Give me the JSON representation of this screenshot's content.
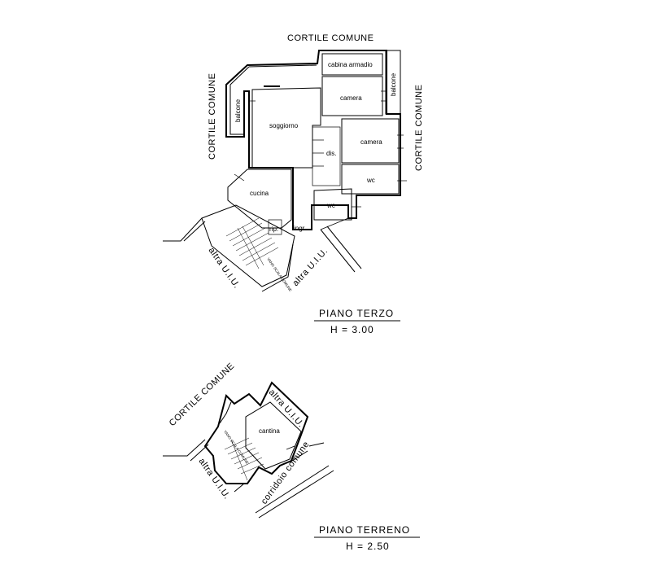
{
  "upper_floor": {
    "labels": {
      "courtyard_top": "CORTILE COMUNE",
      "courtyard_left": "CORTILE COMUNE",
      "courtyard_right": "CORTILE COMUNE",
      "balcony_left": "balcone",
      "balcony_right": "balcone",
      "closet": "cabina armadio",
      "bedroom_1": "camera",
      "bedroom_2": "camera",
      "living": "soggiorno",
      "hall": "dis.",
      "bathroom_1": "wc",
      "bathroom_2": "wc",
      "kitchen": "cucina",
      "storage": "rip.",
      "entrance": "ingr.",
      "stair_shared": "VANO SCALA COMUNE",
      "other_unit_left": "altra U.I.U.",
      "other_unit_right": "altra U.I.U."
    },
    "title": "PIANO   TERZO",
    "height": "H = 3.00"
  },
  "ground_floor": {
    "labels": {
      "courtyard": "CORTILE COMUNE",
      "other_unit_top": "altra U.I.U.",
      "other_unit_left": "altra U.I.U.",
      "cellar": "cantina",
      "corridor": "corridoio comune",
      "stair_shared": "VANO SCALA COMUNE"
    },
    "title": "PIANO   TERRENO",
    "height": "H = 2.50"
  }
}
